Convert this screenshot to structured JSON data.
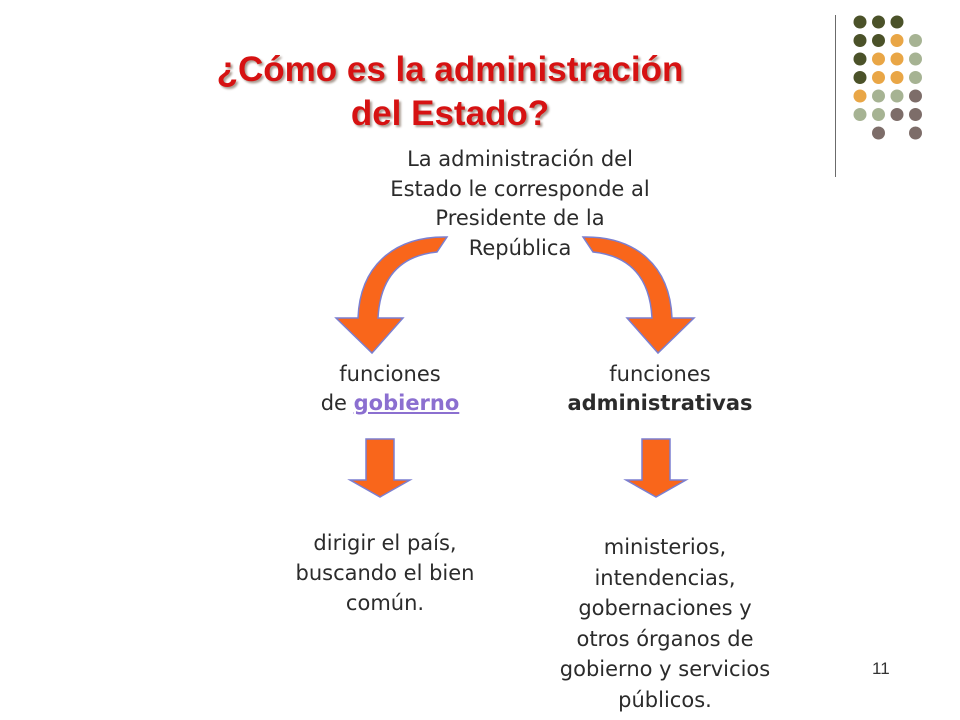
{
  "title": {
    "line1": "¿Cómo es la administración",
    "line2": "del Estado?"
  },
  "intro": {
    "line1": "La administración del",
    "line2": "Estado le corresponde al",
    "line3": "Presidente de la",
    "line4": "República"
  },
  "left": {
    "head_line1": "funciones",
    "head_prefix": "de ",
    "head_link": "gobierno",
    "desc_line1": "dirigir el país,",
    "desc_line2": "buscando el bien",
    "desc_line3": "común."
  },
  "right": {
    "head_line1": "funciones",
    "head_bold": "administrativas",
    "desc_line1": "ministerios,",
    "desc_line2": "intendencias,",
    "desc_line3": "gobernaciones y",
    "desc_line4": "otros órganos de",
    "desc_line5": "gobierno y servicios",
    "desc_line6": "públicos."
  },
  "page_number": "11",
  "colors": {
    "title": "#d61212",
    "arrow_fill": "#f9661b",
    "arrow_stroke": "#7b7fd0",
    "link": "#8b6fd0",
    "dot_dark": "#4b5229",
    "dot_orange": "#e9a646",
    "dot_sage": "#a6b393",
    "dot_mauve": "#7d6d69"
  }
}
